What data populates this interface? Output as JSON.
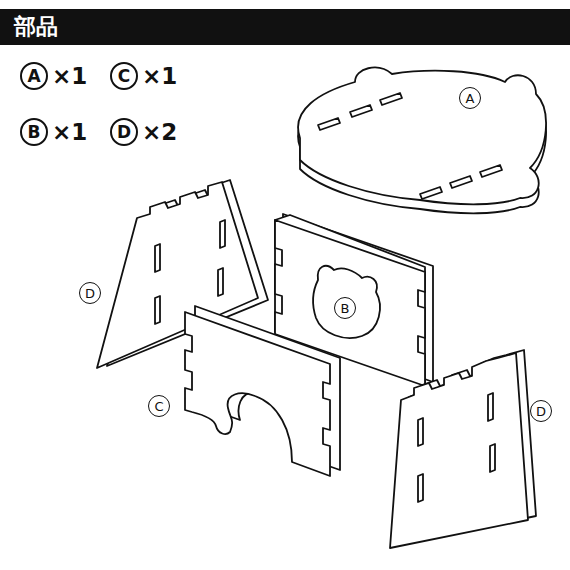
{
  "diagram": {
    "title": "部品",
    "nodes": [
      {
        "text": [
          "A",
          "×1"
        ]
      },
      {
        "text": [
          "C",
          "×1"
        ]
      },
      {
        "text": [
          "B",
          "×1"
        ]
      },
      {
        "text": [
          "D",
          "×2"
        ]
      },
      {
        "text": [
          "A"
        ]
      },
      {
        "text": [
          "D"
        ]
      },
      {
        "text": [
          "B"
        ]
      },
      {
        "text": [
          "C"
        ]
      },
      {
        "text": [
          "D"
        ]
      }
    ]
  }
}
